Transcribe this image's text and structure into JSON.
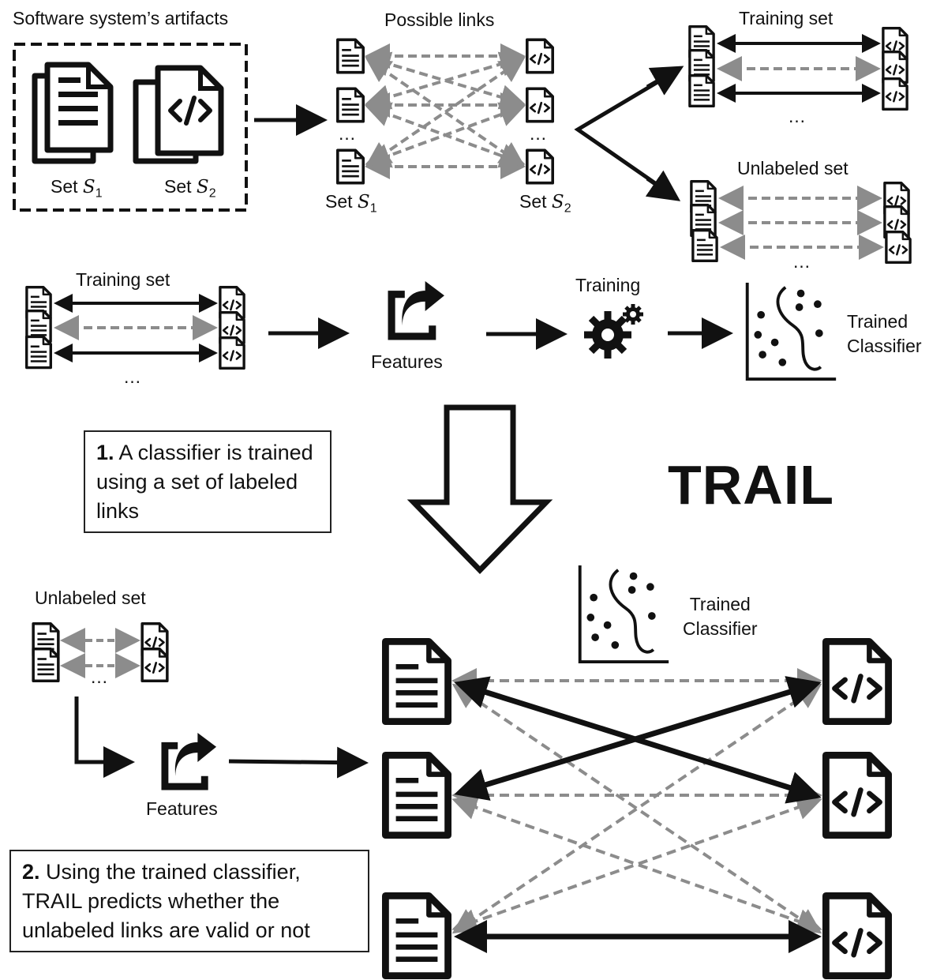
{
  "labels": {
    "artifacts": "Software system’s artifacts",
    "possible_links": "Possible links",
    "set_word": "Set",
    "set1_var": "S",
    "set1_sub": "1",
    "set2_var": "S",
    "set2_sub": "2",
    "training_set": "Training set",
    "unlabeled_set": "Unlabeled set",
    "training": "Training",
    "features": "Features",
    "trained_classifier_line1": "Trained",
    "trained_classifier_line2": "Classifier",
    "ellipsis": "…",
    "trail": "TRAIL"
  },
  "notes": {
    "step1_number": "1.",
    "step1_text": "A classifier is trained using a set of labeled links",
    "step2_number": "2.",
    "step2_text": "Using the trained classifier, TRAIL predicts whether the unlabeled links are valid or not"
  },
  "colors": {
    "ink": "#111111",
    "dashed_link": "#8c8c8c"
  },
  "icons": [
    "document-icon",
    "code-file-icon",
    "features-share-icon",
    "gears-icon",
    "classifier-plot-icon",
    "big-down-arrow"
  ]
}
